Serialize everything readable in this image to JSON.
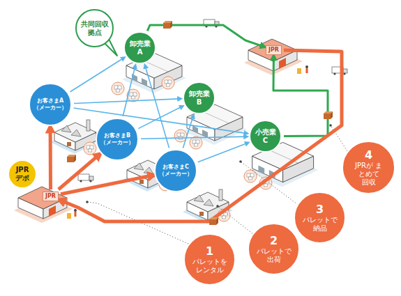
{
  "diagram": {
    "nodes": [
      {
        "text": [
          "共同回収拠点"
        ]
      },
      {
        "text": [
          "卸売業 A"
        ]
      },
      {
        "text": [
          "卸売業 B"
        ]
      },
      {
        "text": [
          "小売業 C"
        ]
      },
      {
        "text": [
          "JPR"
        ]
      },
      {
        "text": [
          "お客さまA （メーカー）"
        ]
      },
      {
        "text": [
          "お客さまB （メーカー）"
        ]
      },
      {
        "text": [
          "お客さまC （メーカー）"
        ]
      },
      {
        "text": [
          "JPR デポ"
        ]
      },
      {
        "text": [
          "JPR"
        ]
      },
      {
        "text": [
          "1",
          "パレットを レンタル"
        ]
      },
      {
        "text": [
          "2",
          "パレットで 出荷"
        ]
      },
      {
        "text": [
          "3",
          "パレットで 納品"
        ]
      },
      {
        "text": [
          "4",
          "JPRが まとめて 回収"
        ]
      }
    ],
    "edges": [
      {
        "from": 9,
        "to": 5,
        "arrow": "to"
      },
      {
        "from": 9,
        "to": 6,
        "arrow": "to"
      },
      {
        "from": 9,
        "to": 7,
        "arrow": "to"
      },
      {
        "from": 5,
        "to": 1,
        "arrow": "to"
      },
      {
        "from": 5,
        "to": 2,
        "arrow": "to"
      },
      {
        "from": 5,
        "to": 3,
        "arrow": "to"
      },
      {
        "from": 6,
        "to": 1,
        "arrow": "to"
      },
      {
        "from": 6,
        "to": 2,
        "arrow": "to"
      },
      {
        "from": 6,
        "to": 3,
        "arrow": "to"
      },
      {
        "from": 7,
        "to": 1,
        "arrow": "to"
      },
      {
        "from": 7,
        "to": 2,
        "arrow": "to"
      },
      {
        "from": 7,
        "to": 3,
        "arrow": "to"
      },
      {
        "from": 1,
        "to": 4,
        "arrow": "to"
      },
      {
        "from": 3,
        "to": 4,
        "arrow": "to"
      },
      {
        "from": 4,
        "to": 9,
        "arrow": "to"
      }
    ]
  }
}
